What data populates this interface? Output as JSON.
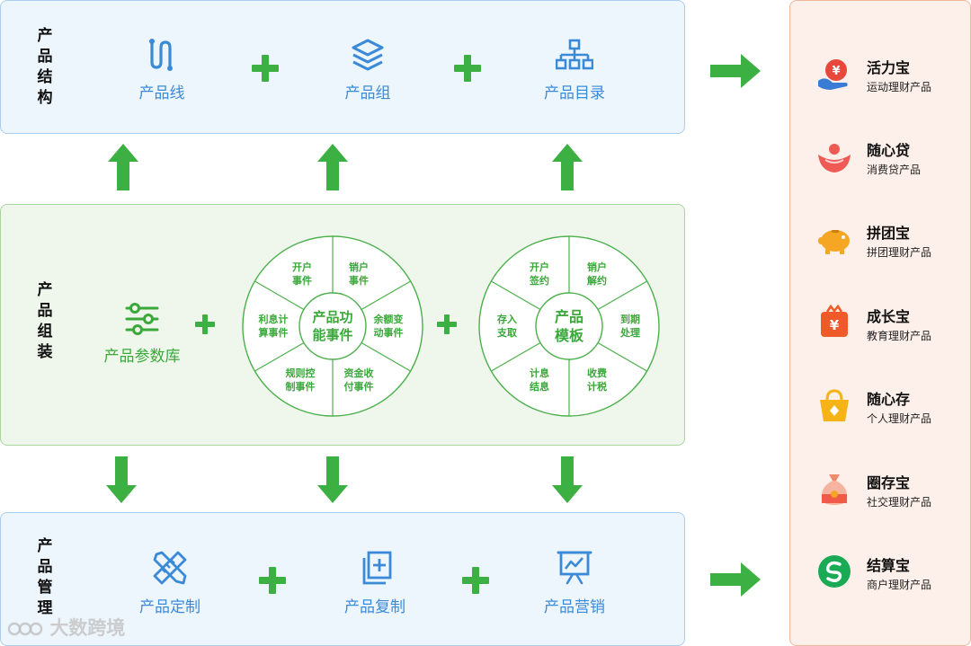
{
  "sections": {
    "structure": {
      "title": "产品结构",
      "items": [
        {
          "label": "产品线",
          "icon": "route-icon"
        },
        {
          "label": "产品组",
          "icon": "layers-icon"
        },
        {
          "label": "产品目录",
          "icon": "hierarchy-icon"
        }
      ]
    },
    "assembly": {
      "title": "产品组装",
      "param_library": {
        "label": "产品参数库",
        "icon": "sliders-icon"
      },
      "function_events": {
        "center": [
          "产品功",
          "能事件"
        ],
        "segments": [
          [
            "开户",
            "事件"
          ],
          [
            "销户",
            "事件"
          ],
          [
            "余额变",
            "动事件"
          ],
          [
            "资金收",
            "付事件"
          ],
          [
            "规则控",
            "制事件"
          ],
          [
            "利息计",
            "算事件"
          ]
        ]
      },
      "template": {
        "center": [
          "产品",
          "模板"
        ],
        "segments": [
          [
            "开户",
            "签约"
          ],
          [
            "销户",
            "解约"
          ],
          [
            "到期",
            "处理"
          ],
          [
            "收费",
            "计税"
          ],
          [
            "计息",
            "结息"
          ],
          [
            "存入",
            "支取"
          ]
        ]
      }
    },
    "management": {
      "title": "产品管理",
      "items": [
        {
          "label": "产品定制",
          "icon": "ruler-pencil-icon"
        },
        {
          "label": "产品复制",
          "icon": "copy-icon"
        },
        {
          "label": "产品营销",
          "icon": "presentation-icon"
        }
      ]
    }
  },
  "products": [
    {
      "name": "活力宝",
      "desc": "运动理财产品",
      "icon": "yuan-hand-icon",
      "color": "#e8473b"
    },
    {
      "name": "随心贷",
      "desc": "消费贷产品",
      "icon": "heart-hand-icon",
      "color": "#ef5a55"
    },
    {
      "name": "拼团宝",
      "desc": "拼团理财产品",
      "icon": "piggy-bank-icon",
      "color": "#f5a623"
    },
    {
      "name": "成长宝",
      "desc": "教育理财产品",
      "icon": "yuan-gift-icon",
      "color": "#f05a28"
    },
    {
      "name": "随心存",
      "desc": "个人理财产品",
      "icon": "basket-icon",
      "color": "#f5b316"
    },
    {
      "name": "圈存宝",
      "desc": "社交理财产品",
      "icon": "money-bag-icon",
      "color": "#f08a6c"
    },
    {
      "name": "结算宝",
      "desc": "商户理财产品",
      "icon": "swirl-circle-icon",
      "color": "#1aaa55"
    }
  ],
  "colors": {
    "arrow": "#3cb043",
    "blue": "#3a8ad8",
    "green": "#3aa83a",
    "panel_blue": "#eef6fd",
    "panel_green": "#eff7ec",
    "panel_orange": "#fdf0ea"
  },
  "watermark": "大数跨境"
}
